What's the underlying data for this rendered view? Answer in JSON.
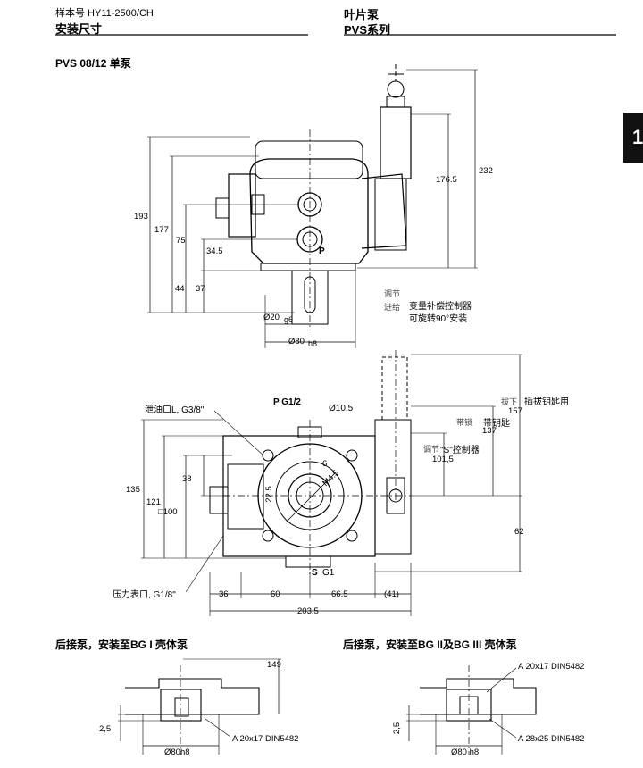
{
  "header": {
    "catalog_no": "样本号 HY11-2500/CH",
    "section": "安装尺寸",
    "product": "叶片泵",
    "series": "PVS系列"
  },
  "side_tab": "1",
  "top_view": {
    "title": "PVS 08/12 单泵",
    "dims": {
      "d232": "232",
      "d176_5": "176.5",
      "d193": "193",
      "d177": "177",
      "d75": "75",
      "d34_5": "34.5",
      "d44": "44",
      "d37": "37",
      "shaft": "Ø20",
      "shaft_tol": "g6",
      "pilot": "Ø80",
      "pilot_tol": "h8"
    },
    "port_p": "P",
    "notes": {
      "adjust": "调节",
      "feed": "进给",
      "compensator": "变量补偿控制器",
      "rotatable": "可旋转90°安装"
    }
  },
  "side_view": {
    "drain": "泄油口L, G3/8\"",
    "pressure_port": "P G1/2",
    "bolt_hole": "Ø10,5",
    "gauge": "压力表口, G1/8\"",
    "suction": "S",
    "suction_thread": "G1",
    "dims": {
      "d135": "135",
      "d121": "121",
      "sq100": "□100",
      "d38": "38",
      "d22_5": "22.5",
      "d6": "6",
      "m45": "M4.5",
      "d36": "36",
      "d60": "60",
      "d66_5": "66.5",
      "d41": "(41)",
      "d203_5": "203.5",
      "d62": "62",
      "d157": "157",
      "d137": "137",
      "d101_5": "101,5"
    },
    "labels": {
      "plug": "拔下",
      "with_key_plug": "插拔钥匙用",
      "with_lock": "带锁",
      "with_key": "带钥匙",
      "s_adjust": "调节",
      "s_control": "\"S\"控制器"
    }
  },
  "bottom": {
    "left_caption": "后接泵，安装至BG I 壳体泵",
    "right_caption": "后接泵，安装至BG II及BG III 壳体泵",
    "left": {
      "d149": "149",
      "d2_5": "2,5",
      "pilot": "Ø80h8",
      "spline": "A 20x17 DIN5482"
    },
    "right": {
      "spline_top": "A 20x17 DIN5482",
      "d2_5": "2,5",
      "pilot": "Ø80  h8",
      "spline_bottom": "A 28x25 DIN5482"
    }
  }
}
